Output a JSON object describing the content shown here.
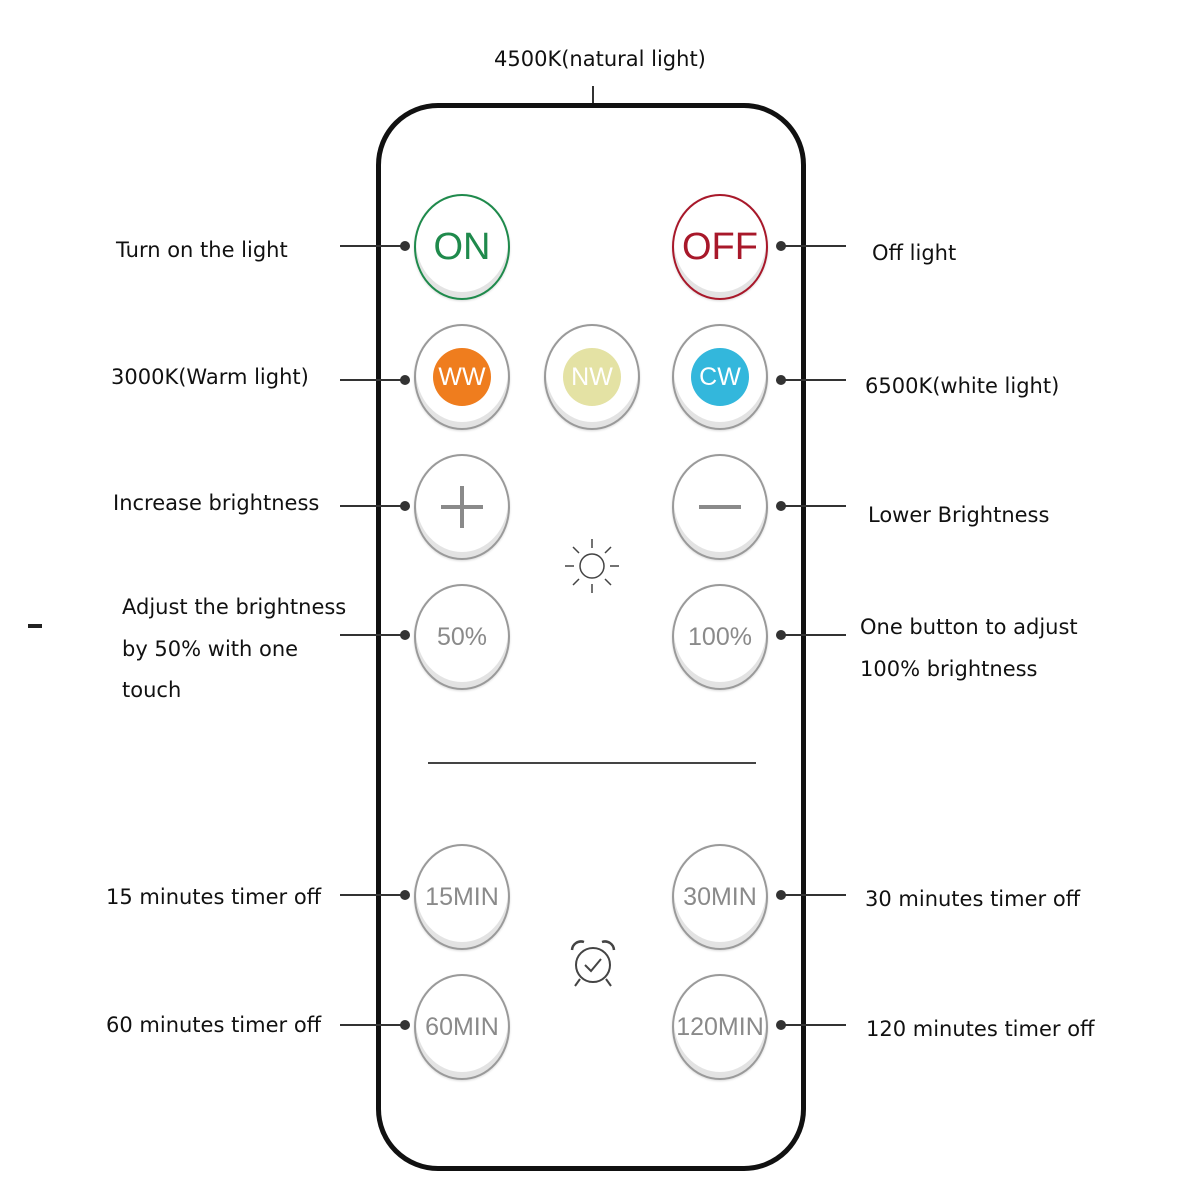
{
  "title": "4500K(natural light)",
  "colors": {
    "on": "#1f8a4c",
    "off": "#a8182a",
    "ww": "#ef7d1e",
    "nw": "#e4e2a4",
    "cw": "#33b7dc"
  },
  "buttons": {
    "on": "ON",
    "off": "OFF",
    "ww": "WW",
    "nw": "NW",
    "cw": "CW",
    "plus": "+",
    "minus": "−",
    "half": "50%",
    "full": "100%",
    "t15": "15MIN",
    "t30": "30MIN",
    "t60": "60MIN",
    "t120": "120MIN"
  },
  "labels": {
    "turn_on": "Turn on the light",
    "off": "Off light",
    "warm": "3000K(Warm light)",
    "white": "6500K(white light)",
    "increase": "Increase brightness",
    "lower": "Lower Brightness",
    "half_line1": "Adjust the brightness",
    "half_line2": "by 50% with one",
    "half_line3": "touch",
    "full_line1": "One button to adjust",
    "full_line2": "100% brightness",
    "t15": "15 minutes timer off",
    "t30": "30 minutes timer off",
    "t60": "60 minutes timer off",
    "t120": "120 minutes timer off"
  },
  "icons": {
    "brightness": "sun-icon",
    "timer": "alarm-clock-icon"
  }
}
